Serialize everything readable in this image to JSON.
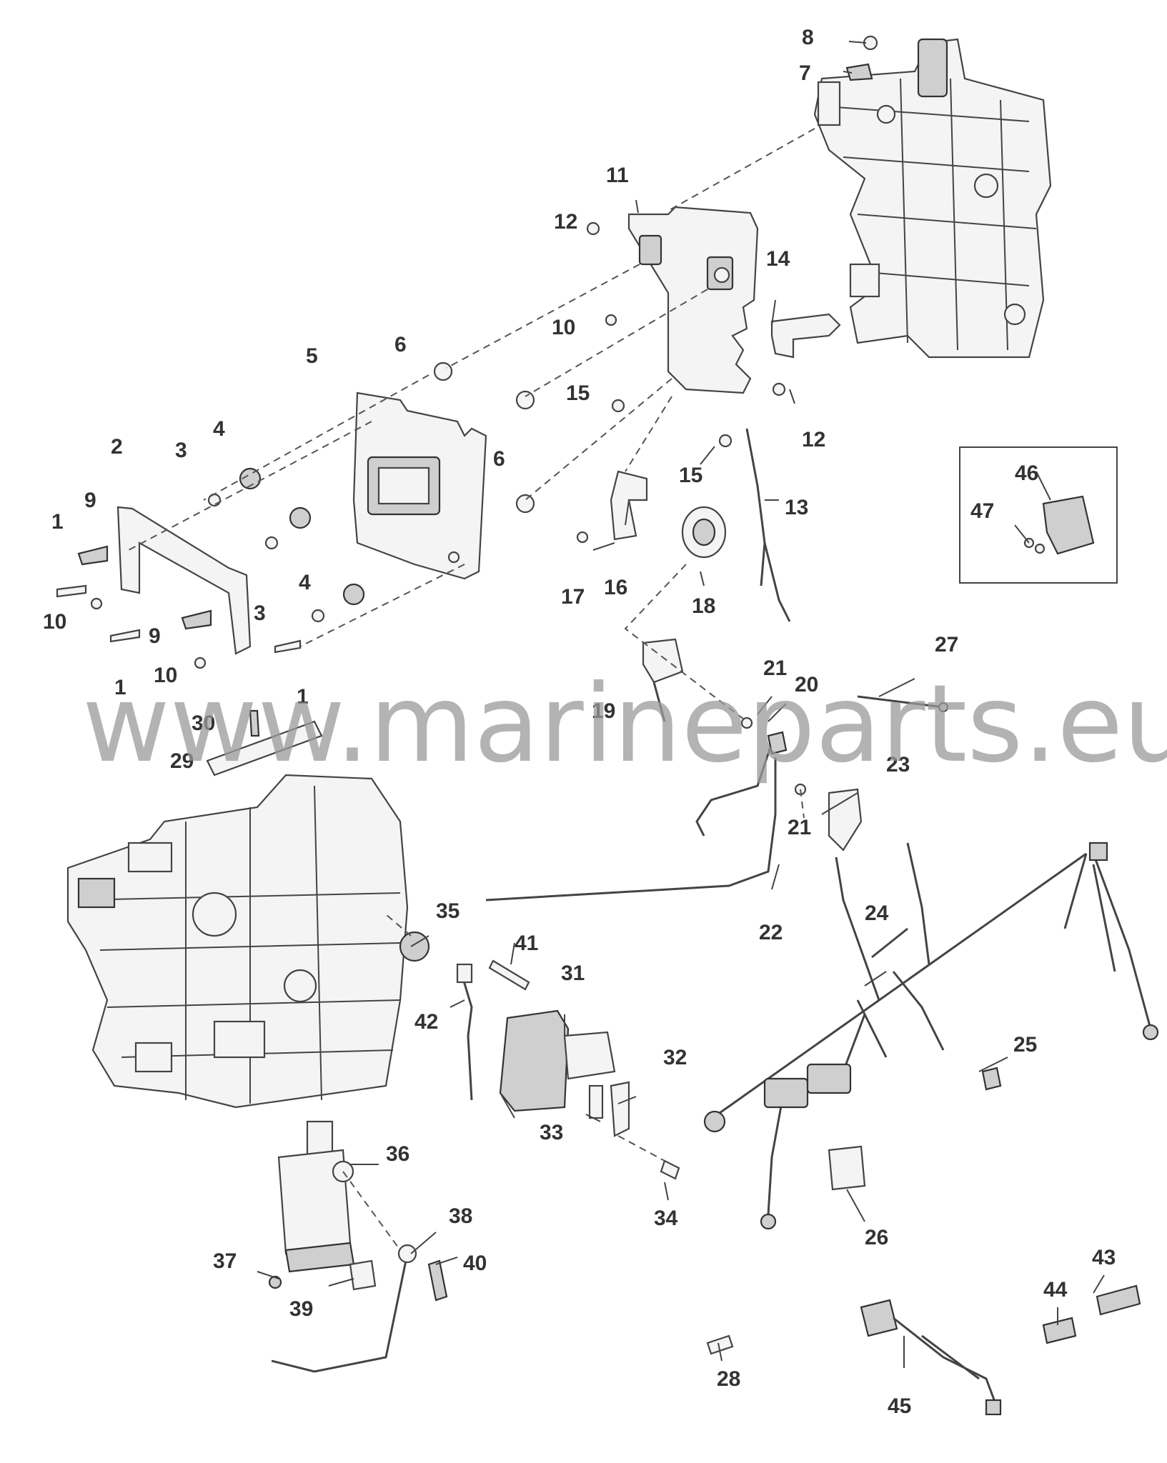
{
  "watermark": "www.marineparts.eu",
  "callouts": {
    "c1a": "1",
    "c1b": "1",
    "c1c": "1",
    "c2": "2",
    "c3a": "3",
    "c3b": "3",
    "c4a": "4",
    "c4b": "4",
    "c5": "5",
    "c6a": "6",
    "c6b": "6",
    "c7": "7",
    "c8": "8",
    "c9a": "9",
    "c9b": "9",
    "c10a": "10",
    "c10b": "10",
    "c10c": "10",
    "c11": "11",
    "c12a": "12",
    "c12b": "12",
    "c13": "13",
    "c14": "14",
    "c15a": "15",
    "c15b": "15",
    "c16": "16",
    "c17": "17",
    "c18": "18",
    "c19": "19",
    "c20": "20",
    "c21a": "21",
    "c21b": "21",
    "c22": "22",
    "c23": "23",
    "c24": "24",
    "c25": "25",
    "c26": "26",
    "c27": "27",
    "c28": "28",
    "c29": "29",
    "c30": "30",
    "c31": "31",
    "c32": "32",
    "c33": "33",
    "c34": "34",
    "c35": "35",
    "c36": "36",
    "c37": "37",
    "c38": "38",
    "c39": "39",
    "c40": "40",
    "c41": "41",
    "c42": "42",
    "c43": "43",
    "c44": "44",
    "c45": "45",
    "c46": "46",
    "c47": "47"
  }
}
